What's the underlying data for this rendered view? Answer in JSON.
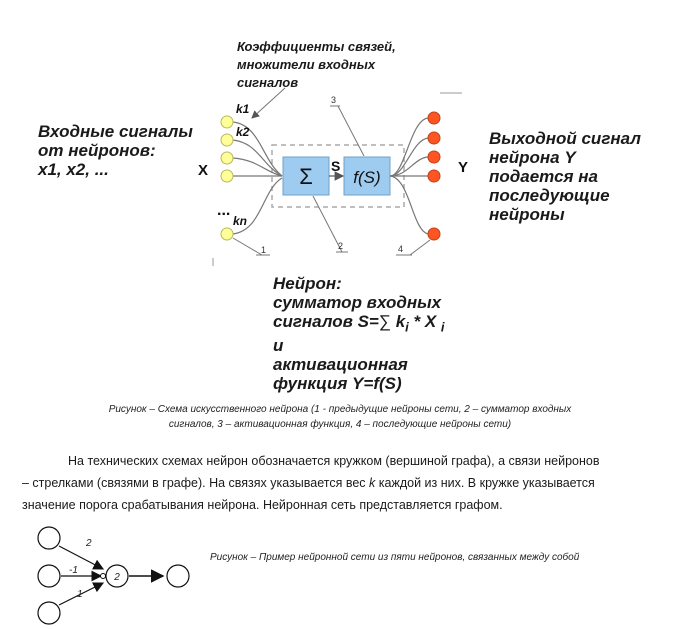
{
  "figure1": {
    "top_label": [
      "Коэффициенты связей,",
      "множители входных",
      "сигналов"
    ],
    "left_label": [
      "Входные сигналы",
      "от нейронов:",
      "x1, x2, ..."
    ],
    "right_label": [
      "Выходной сигнал",
      "нейрона Y",
      "подается на",
      "последующие",
      "нейроны"
    ],
    "x_label": "X",
    "y_label": "Y",
    "k1": "k1",
    "k2": "k2",
    "kn": "kn",
    "dots": "...",
    "sum_symbol": "Σ",
    "s_label": "S",
    "f_label": "f(S)",
    "num1": "1",
    "num2": "2",
    "num3": "3",
    "num4": "4",
    "neuron_title": "Нейрон:",
    "neuron_line2": "сумматор входных",
    "neuron_formula_pre": "сигналов S=",
    "neuron_formula_sum": "∑",
    "neuron_formula_k": "k",
    "neuron_formula_i1": "i",
    "neuron_formula_mid": " * X ",
    "neuron_formula_i2": "i",
    "neuron_line4": "и",
    "neuron_line5": "активационная",
    "neuron_line6": "функция Y=f(S)",
    "caption_line1": "Рисунок – Схема искусственного нейрона (1 - предыдущие нейроны сети, 2 – сумматор входных",
    "caption_line2": "сигналов, 3 – активационная функция, 4 – последующие нейроны сети)",
    "colors": {
      "input_node": "#ffff99",
      "output_node": "#ff5522",
      "block_fill": "#9ecbf0"
    }
  },
  "paragraph": {
    "line1": "На технических схемах нейрон обозначается кружком (вершиной графа), а связи нейронов",
    "line2_pre": "– стрелками (связями в графе). На связях указывается вес ",
    "line2_k": "k",
    "line2_post": " каждой из них. В кружке указывается",
    "line3": "значение порога срабатывания нейрона. Нейронная сеть представляется графом."
  },
  "figure2": {
    "weight_top": "2",
    "weight_mid": "-1",
    "weight_bot": "1",
    "center_node": "2",
    "caption": "Рисунок – Пример нейронной сети из пяти нейронов, связанных между собой"
  }
}
